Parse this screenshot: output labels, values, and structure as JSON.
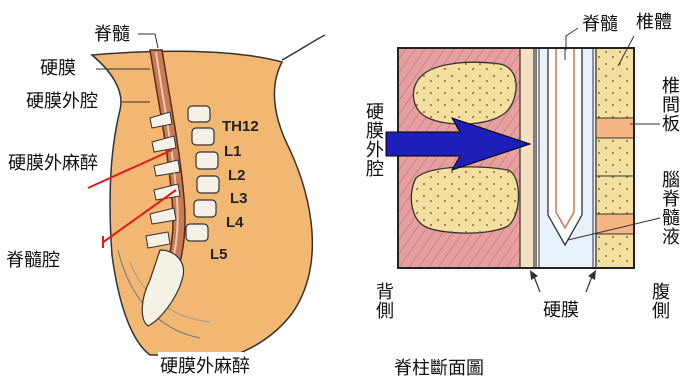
{
  "left_figure": {
    "labels": {
      "spinal_cord": "脊髓",
      "dura": "硬膜",
      "epidural_space": "硬膜外腔",
      "epidural_anesthesia": "硬膜外麻醉",
      "spinal_cavity": "脊髓腔"
    },
    "vertebra_levels": [
      "TH12",
      "L1",
      "L2",
      "L3",
      "L4",
      "L5"
    ],
    "caption": "硬膜外麻醉"
  },
  "right_figure": {
    "labels": {
      "spinal_cord": "脊髓",
      "vertebral_body": "椎體",
      "intervertebral_disc": "椎間板",
      "csf": "腦脊髓液",
      "dura": "硬膜",
      "epidural_space": "硬膜外腔",
      "back_side": "背側",
      "belly_side": "腹側"
    },
    "caption": "脊柱斷面圖"
  },
  "colors": {
    "skin": "#f2b873",
    "body_outline": "#333333",
    "muscle": "#e7a0a0",
    "bone": "#f3dfa0",
    "disc": "#f4b583",
    "csf": "#e8f2fb",
    "arrow": "#1d1fb8",
    "needle": "#e01b1b"
  }
}
